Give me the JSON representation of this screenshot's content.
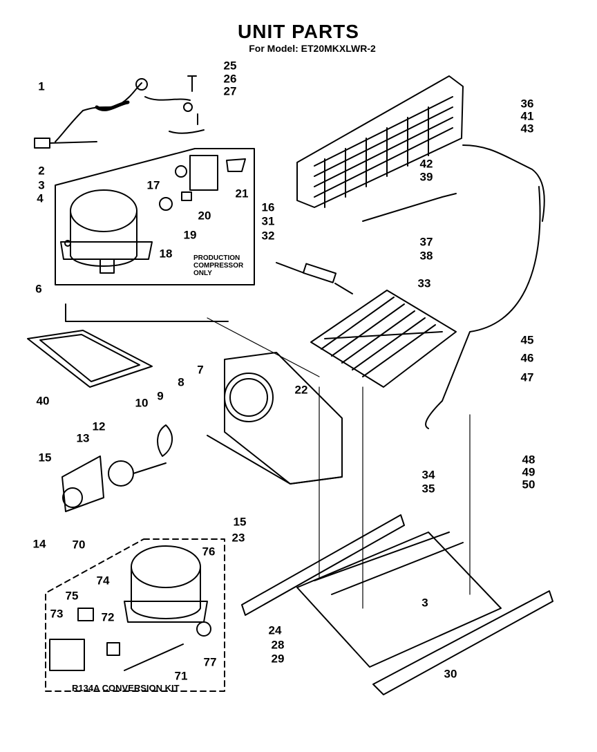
{
  "header": {
    "title": "UNIT PARTS",
    "model": "For Model: ET20MKXLWR-2"
  },
  "notes": {
    "production_compressor": [
      "PRODUCTION",
      "COMPRESSOR",
      "ONLY"
    ],
    "kit_label": "R134A CONVERSION KIT"
  },
  "callouts": [
    "1",
    "2",
    "3",
    "4",
    "6",
    "7",
    "8",
    "9",
    "10",
    "12",
    "13",
    "14",
    "15",
    "15",
    "16",
    "17",
    "18",
    "19",
    "20",
    "21",
    "22",
    "23",
    "24",
    "25",
    "26",
    "27",
    "28",
    "29",
    "30",
    "31",
    "32",
    "33",
    "34",
    "35",
    "36",
    "37",
    "38",
    "39",
    "40",
    "41",
    "42",
    "43",
    "45",
    "46",
    "47",
    "48",
    "49",
    "50",
    "3",
    "70",
    "71",
    "72",
    "73",
    "74",
    "75",
    "76",
    "77"
  ]
}
